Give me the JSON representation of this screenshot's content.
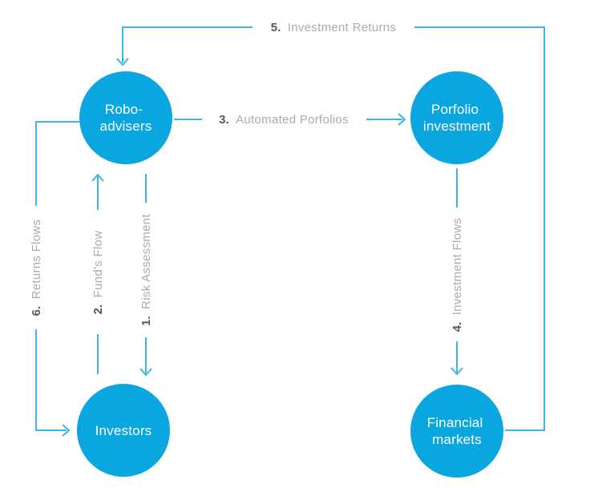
{
  "diagram": {
    "name": "robo-advisers-flow-diagram",
    "colors": {
      "node_fill": "#0aa6e0",
      "line_stroke": "#3db5e8",
      "number_text": "#58595b",
      "label_text": "#a9abae",
      "node_text": "#ffffff",
      "background": "#ffffff"
    },
    "nodes": {
      "robo": {
        "line1": "Robo-",
        "line2": "advisers"
      },
      "portfolio": {
        "line1": "Porfolio",
        "line2": "investment"
      },
      "investors": {
        "line1": "Investors"
      },
      "financial": {
        "line1": "Financial",
        "line2": "markets"
      }
    },
    "flows": {
      "risk_assessment": {
        "num": "1.",
        "label": "Risk Assessment",
        "from": "Robo-advisers",
        "to": "Investors"
      },
      "funds_flow": {
        "num": "2.",
        "label": "Fund's Flow",
        "from": "Investors",
        "to": "Robo-advisers"
      },
      "automated_portfolios": {
        "num": "3.",
        "label": "Automated Porfolios",
        "from": "Robo-advisers",
        "to": "Porfolio investment"
      },
      "investment_flows": {
        "num": "4.",
        "label": "Investment Flows",
        "from": "Porfolio investment",
        "to": "Financial markets"
      },
      "investment_returns": {
        "num": "5.",
        "label": "Investment Returns",
        "from": "Financial markets",
        "to": "Robo-advisers"
      },
      "returns_flows": {
        "num": "6.",
        "label": "Returns Flows",
        "from": "Robo-advisers",
        "to": "Investors"
      }
    }
  }
}
